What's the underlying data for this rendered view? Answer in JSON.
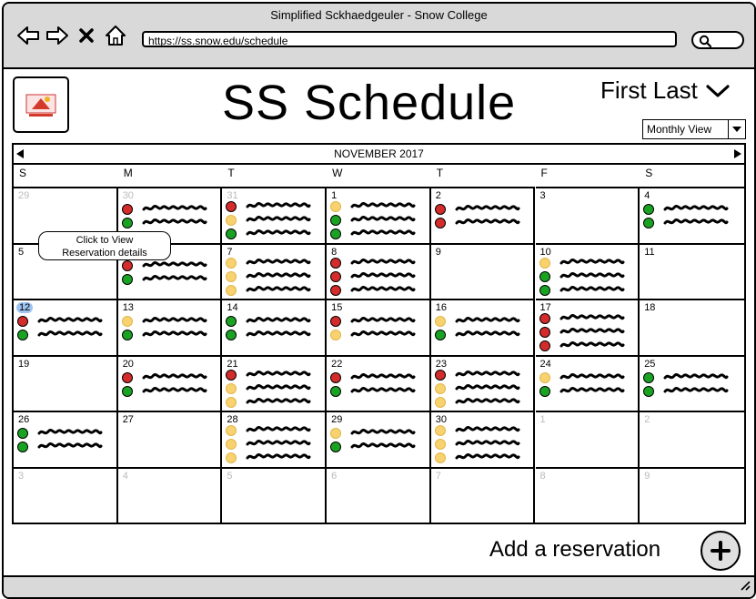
{
  "window": {
    "title": "Simplified Sckhaedgeuler - Snow College"
  },
  "browser": {
    "url": "https://ss.snow.edu/schedule"
  },
  "header": {
    "page_title": "SS Schedule",
    "user_name": "First Last",
    "view_select": "Monthly View"
  },
  "calendar": {
    "month": "NOVEMBER 2017",
    "weekdays": [
      "S",
      "M",
      "T",
      "W",
      "T",
      "F",
      "S"
    ],
    "weeks": [
      [
        {
          "day": "29",
          "muted": true,
          "res": []
        },
        {
          "day": "30",
          "muted": true,
          "res": [
            "red",
            "green"
          ]
        },
        {
          "day": "31",
          "muted": true,
          "res": [
            "red",
            "yellow",
            "green"
          ]
        },
        {
          "day": "1",
          "res": [
            "yellow",
            "green",
            "green"
          ]
        },
        {
          "day": "2",
          "res": [
            "red",
            "red"
          ]
        },
        {
          "day": "3",
          "res": []
        },
        {
          "day": "4",
          "res": [
            "green",
            "green"
          ]
        }
      ],
      [
        {
          "day": "5",
          "res": []
        },
        {
          "day": "6",
          "res": [
            "red",
            "green"
          ]
        },
        {
          "day": "7",
          "res": [
            "yellow",
            "yellow",
            "yellow"
          ]
        },
        {
          "day": "8",
          "res": [
            "red",
            "red",
            "red"
          ]
        },
        {
          "day": "9",
          "res": []
        },
        {
          "day": "10",
          "res": [
            "yellow",
            "green",
            "green"
          ]
        },
        {
          "day": "11",
          "res": []
        }
      ],
      [
        {
          "day": "12",
          "today": true,
          "res": [
            "red",
            "green"
          ]
        },
        {
          "day": "13",
          "res": [
            "yellow",
            "green"
          ]
        },
        {
          "day": "14",
          "res": [
            "green",
            "green"
          ]
        },
        {
          "day": "15",
          "res": [
            "red",
            "yellow"
          ]
        },
        {
          "day": "16",
          "res": [
            "yellow",
            "green"
          ]
        },
        {
          "day": "17",
          "res": [
            "red",
            "red",
            "red"
          ]
        },
        {
          "day": "18",
          "res": []
        }
      ],
      [
        {
          "day": "19",
          "res": []
        },
        {
          "day": "20",
          "res": [
            "red",
            "green"
          ]
        },
        {
          "day": "21",
          "res": [
            "red",
            "yellow",
            "yellow"
          ]
        },
        {
          "day": "22",
          "res": [
            "red",
            "green"
          ]
        },
        {
          "day": "23",
          "res": [
            "red",
            "yellow",
            "yellow"
          ]
        },
        {
          "day": "24",
          "res": [
            "yellow",
            "green"
          ]
        },
        {
          "day": "25",
          "res": [
            "green",
            "green"
          ]
        }
      ],
      [
        {
          "day": "26",
          "res": [
            "green",
            "green"
          ]
        },
        {
          "day": "27",
          "res": []
        },
        {
          "day": "28",
          "res": [
            "yellow",
            "yellow",
            "yellow"
          ]
        },
        {
          "day": "29",
          "res": [
            "yellow",
            "green"
          ]
        },
        {
          "day": "30",
          "res": [
            "yellow",
            "yellow",
            "yellow"
          ]
        },
        {
          "day": "1",
          "muted": true,
          "res": []
        },
        {
          "day": "2",
          "muted": true,
          "res": []
        }
      ],
      [
        {
          "day": "3",
          "muted": true,
          "res": []
        },
        {
          "day": "4",
          "muted": true,
          "res": []
        },
        {
          "day": "5",
          "muted": true,
          "res": []
        },
        {
          "day": "6",
          "muted": true,
          "res": []
        },
        {
          "day": "7",
          "muted": true,
          "res": []
        },
        {
          "day": "8",
          "muted": true,
          "res": []
        },
        {
          "day": "9",
          "muted": true,
          "res": []
        }
      ]
    ]
  },
  "tooltip": {
    "line1": "Click to View",
    "line2": "Reservation details"
  },
  "footer": {
    "add_label": "Add a reservation",
    "add_icon": "plus-icon"
  },
  "colors": {
    "red": "#d42b2b",
    "yellow": "#f7d26e",
    "green": "#1aa323",
    "today": "#9ec3f0",
    "chrome": "#d9d9d9"
  }
}
